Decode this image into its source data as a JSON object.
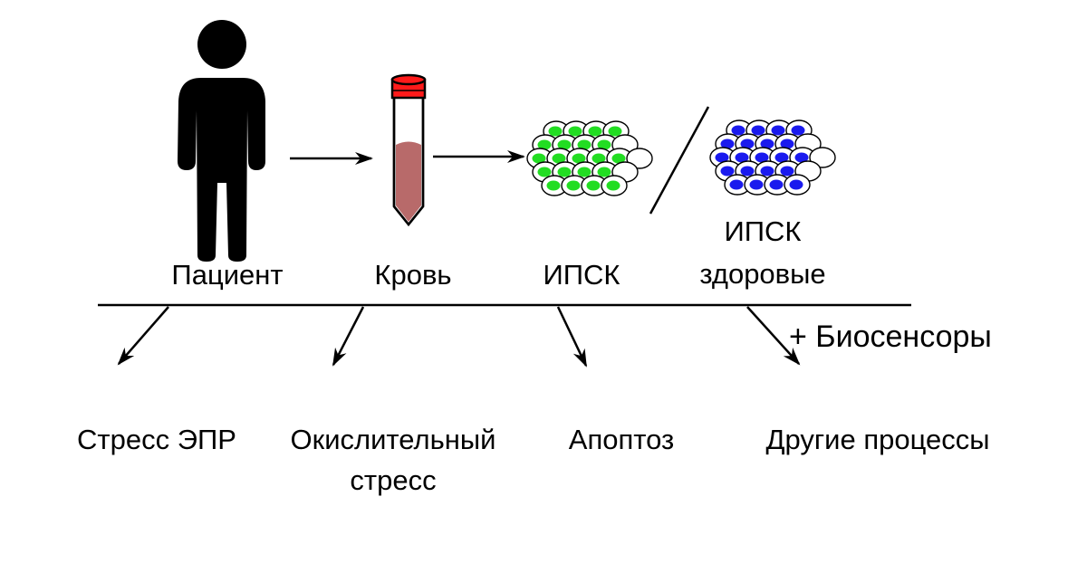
{
  "top_labels": {
    "patient": "Пациент",
    "blood": "Кровь",
    "ipsc": "ИПСК",
    "healthy_line1": "ИПСК",
    "healthy_line2": "здоровые"
  },
  "biosensors": "+ Биосенсоры",
  "outcomes": {
    "er_stress": "Стресс ЭПР",
    "oxidative_line1": "Окислительный",
    "oxidative_line2": "стресс",
    "apoptosis": "Апоптоз",
    "other": "Другие процессы"
  },
  "colors": {
    "patient_ipsc_nuclei": "#22dd22",
    "healthy_ipsc_nuclei": "#1a1aee",
    "tube_cap": "#ff1a1a",
    "blood": "#b86a6a"
  },
  "icons": {
    "patient": "person-icon",
    "blood": "test-tube-icon",
    "ipsc": "cell-cluster-icon"
  }
}
